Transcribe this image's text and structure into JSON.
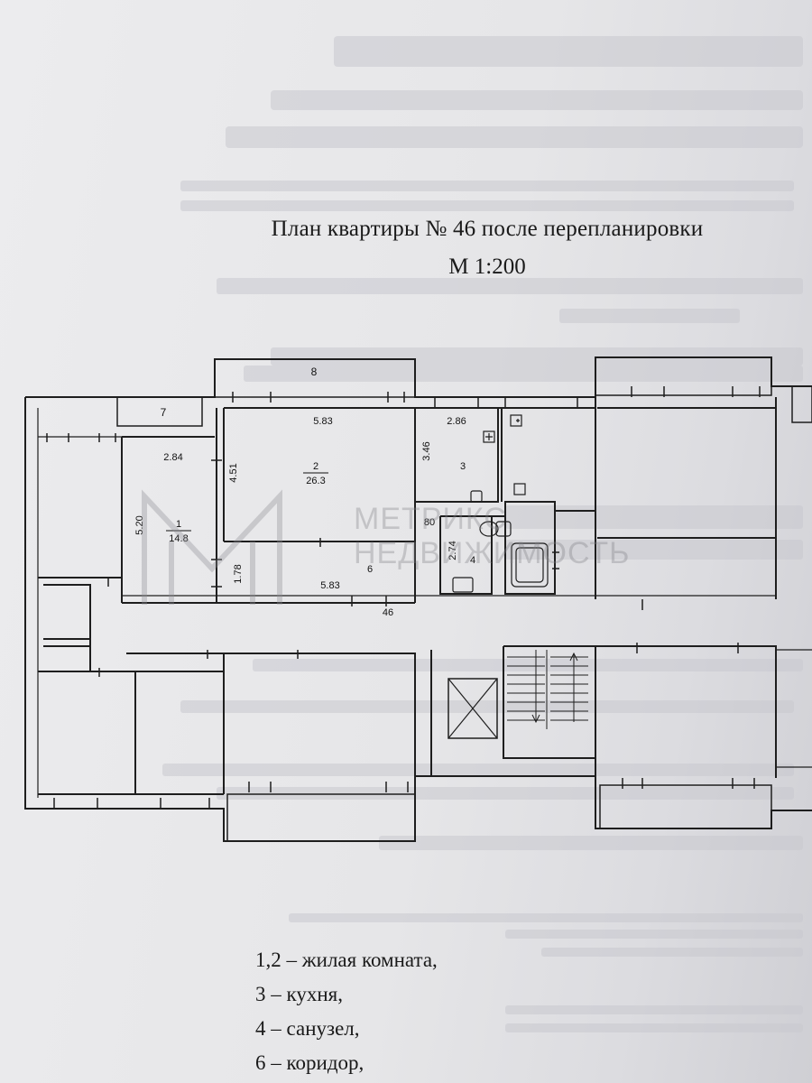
{
  "header": {
    "title": "План квартиры № 46 после перепланировки",
    "scale": "М 1:200"
  },
  "watermark": {
    "line1": "МЕТРИКС",
    "line2": "НЕДВИЖИМОСТЬ"
  },
  "plan": {
    "rooms": [
      {
        "id": "1",
        "area": "14.8",
        "room_no": "1"
      },
      {
        "id": "2",
        "area": "26.3",
        "room_no": "2"
      },
      {
        "id": "3",
        "room_no": "3"
      },
      {
        "id": "4",
        "room_no": "4"
      },
      {
        "id": "6",
        "room_no": "6"
      },
      {
        "id": "7",
        "room_no": "7"
      },
      {
        "id": "8",
        "room_no": "8"
      }
    ],
    "dimensions": {
      "d_5_83_top": "5.83",
      "d_2_86": "2.86",
      "d_2_84": "2.84",
      "d_4_51": "4.51",
      "d_3_46": "3.46",
      "d_5_20": "5.20",
      "d_80": "80",
      "d_2_74": "2.74",
      "d_1_78": "1.78",
      "d_5_83_bottom": "5.83",
      "d_46": "46"
    }
  },
  "legend": [
    "1,2 – жилая комната,",
    "3 – кухня,",
    "4 – санузел,",
    "6 – коридор,"
  ]
}
